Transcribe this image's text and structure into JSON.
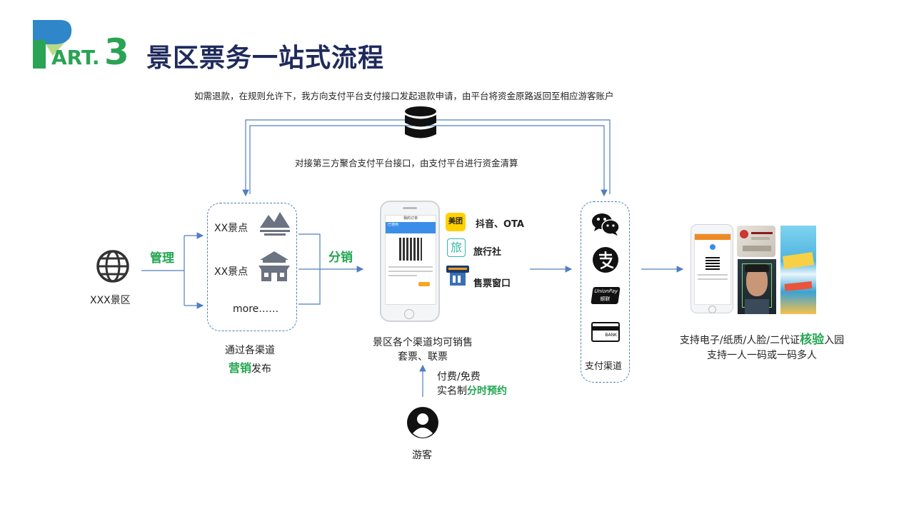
{
  "header": {
    "part_art": "ART.",
    "part_number": "3",
    "title": "景区票务一站式流程"
  },
  "refund_text": "如需退款，在规则允许下，我方向支付平台支付接口发起退款申请，由平台将资金原路返回至相应游客账户",
  "clearing_text": "对接第三方聚合支付平台接口，由支付平台进行资金清算",
  "scenic": {
    "label": "XXX景区",
    "manage_label": "管理"
  },
  "spots": {
    "spot1": "XX景点",
    "spot2": "XX景点",
    "more": "more……",
    "caption_line1": "通过各渠道",
    "caption_bold": "营销",
    "caption_rest": "发布"
  },
  "distribution_label": "分销",
  "channels": {
    "meituan_badge": "美团",
    "douyin_ota": "抖音、OTA",
    "travel_badge": "旅",
    "travel_agency": "旅行社",
    "ticket_window": "售票窗口",
    "caption_line1": "景区各个渠道均可销售",
    "caption_line2": "套票、联票"
  },
  "phone_screen": {
    "header_title": "我的订单",
    "subtitle": "已使用"
  },
  "payment": {
    "caption": "支付渠道",
    "unionpay_top": "UnionPay",
    "unionpay_bottom": "银联",
    "bank_label": "BANK"
  },
  "visitor": {
    "label": "游客",
    "line1": "付费/免费",
    "line2_prefix": "实名制",
    "line2_bold": "分时预约"
  },
  "verify": {
    "line1_prefix": "支持电子/纸质/人脸/二代证",
    "line1_bold": "核验",
    "line1_suffix": "入园",
    "line2": "支持一人一码或一码多人"
  },
  "colors": {
    "title": "#1f2a5c",
    "accent_green": "#22a650",
    "line_blue": "#4f7fbf"
  }
}
